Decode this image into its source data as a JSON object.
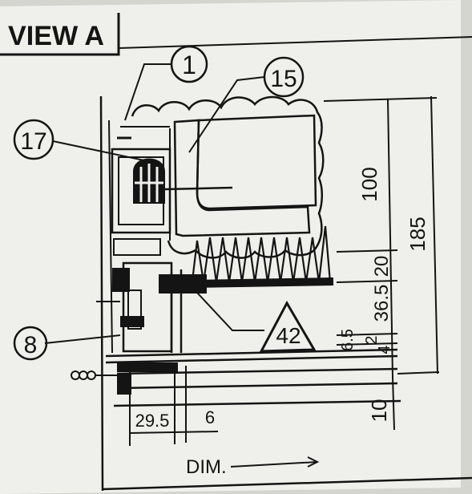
{
  "view_title": "VIEW A",
  "callouts": {
    "c1": "1",
    "c15": "15",
    "c17": "17",
    "c8": "8",
    "c42": "42"
  },
  "dimensions": {
    "d100": "100",
    "d185": "185",
    "d20": "20",
    "d36_5": "36.5",
    "d6_5": "6.5",
    "d2": "2",
    "d4": "4",
    "d10": "10",
    "d29_5": "29.5",
    "d6": "6"
  },
  "dim_label": "DIM.",
  "colors": {
    "ink": "#141414",
    "paper": "#efefeb"
  }
}
